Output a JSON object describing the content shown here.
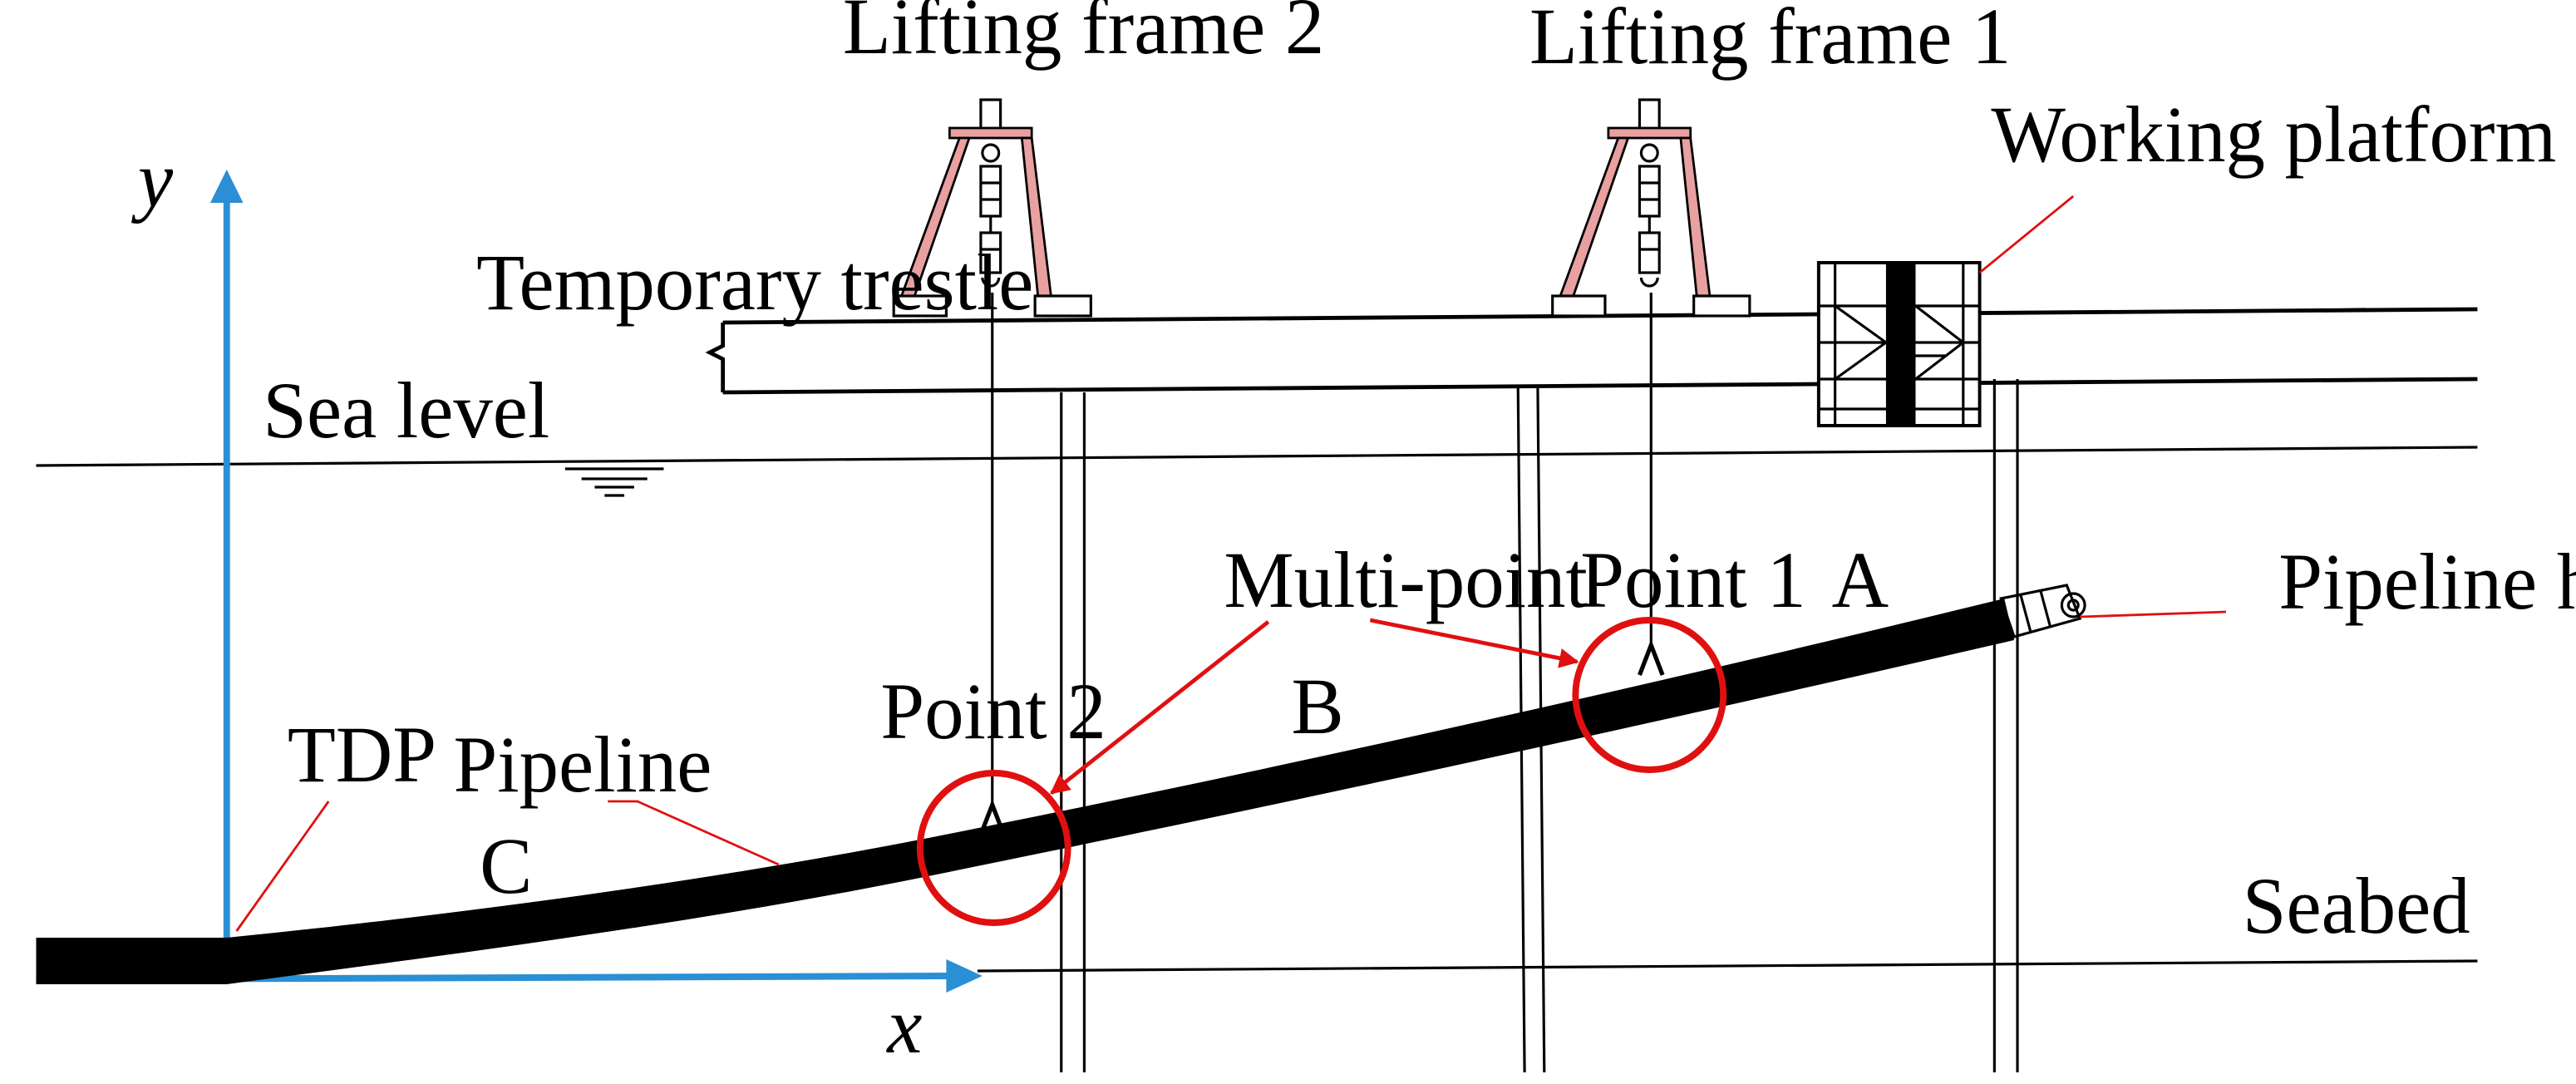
{
  "labels": {
    "lifting_frame_2": "Lifting frame 2",
    "lifting_frame_1": "Lifting frame 1",
    "working_platform": "Working platform",
    "temporary_trestle": "Temporary trestle",
    "sea_level": "Sea level",
    "multi_point": "Multi-point",
    "point_1": "Point 1",
    "point_2": "Point 2",
    "segment_a": "A",
    "segment_b": "B",
    "segment_c": "C",
    "pipeline_head": "Pipeline head",
    "tdp": "TDP",
    "pipeline": "Pipeline",
    "seabed": "Seabed",
    "axis_x": "x",
    "axis_y": "y"
  },
  "colors": {
    "axis": "#2a8fd4",
    "annotation": "#e01010",
    "frame_leg": "#e8a0a0",
    "structure": "#000000"
  }
}
